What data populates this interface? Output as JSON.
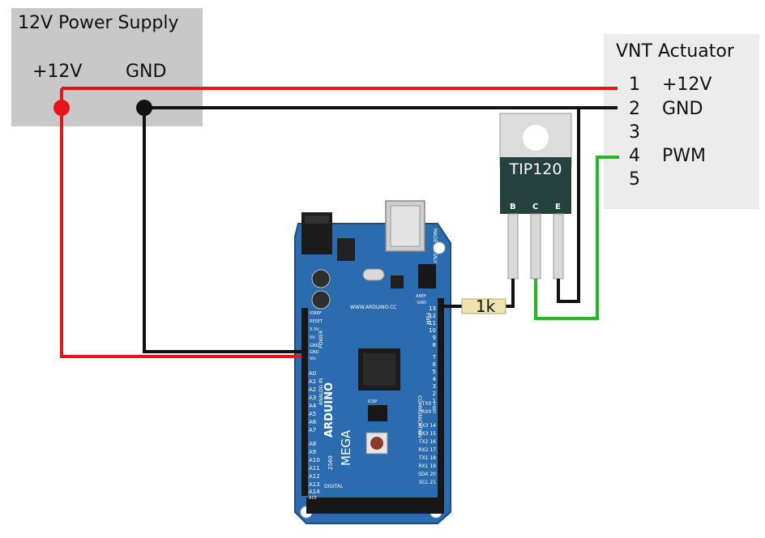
{
  "power_supply": {
    "title": "12V Power Supply",
    "plus_label": "+12V",
    "gnd_label": "GND"
  },
  "vnt_actuator": {
    "title": "VNT Actuator",
    "pins": [
      {
        "number": "1",
        "label": "+12V"
      },
      {
        "number": "2",
        "label": "GND"
      },
      {
        "number": "3",
        "label": ""
      },
      {
        "number": "4",
        "label": "PWM"
      },
      {
        "number": "5",
        "label": ""
      }
    ]
  },
  "transistor": {
    "label": "TIP120",
    "pins": [
      "B",
      "C",
      "E"
    ]
  },
  "resistor": {
    "label": "1k"
  },
  "arduino": {
    "logo": "ARDUINO",
    "model": "MEGA",
    "variant": "2560",
    "website": "WWW.ARDUINO.CC",
    "made_in": "MADE IN ITALY",
    "power_pins": [
      "IOREF",
      "RESET",
      "3.3V",
      "5V",
      "GND",
      "GND",
      "Vin"
    ],
    "power_header": "POWER",
    "analog_header": "ANALOG IN",
    "analog_pins": [
      "A0",
      "A1",
      "A2",
      "A3",
      "A4",
      "A5",
      "A6",
      "A7",
      "A8",
      "A9",
      "A10",
      "A11",
      "A12",
      "A13",
      "A14",
      "A15"
    ],
    "pwm_header": "PWM",
    "pwm_pins": [
      "AREF",
      "GND",
      "13",
      "12",
      "11",
      "10",
      "9",
      "8",
      "7",
      "6",
      "5",
      "4",
      "3",
      "2",
      "1",
      "0"
    ],
    "comm_header": "COMMUNICATION",
    "comm_pins": [
      "TX0 1",
      "RX0 0",
      "TX3 14",
      "RX3 15",
      "TX2 16",
      "RX2 17",
      "TX1 18",
      "RX1 19",
      "SDA 20",
      "SCL 21"
    ],
    "digital_label": "DIGITAL",
    "icsp_label": "ICSP"
  },
  "colors": {
    "power_wire": "#e8141b",
    "ground_wire": "#111111",
    "pwm_wire": "#22bb22",
    "board": "#2b6cb0",
    "psu_fill": "#c8c8c8",
    "vnt_fill": "#ececec",
    "transistor_body": "#25413d"
  }
}
